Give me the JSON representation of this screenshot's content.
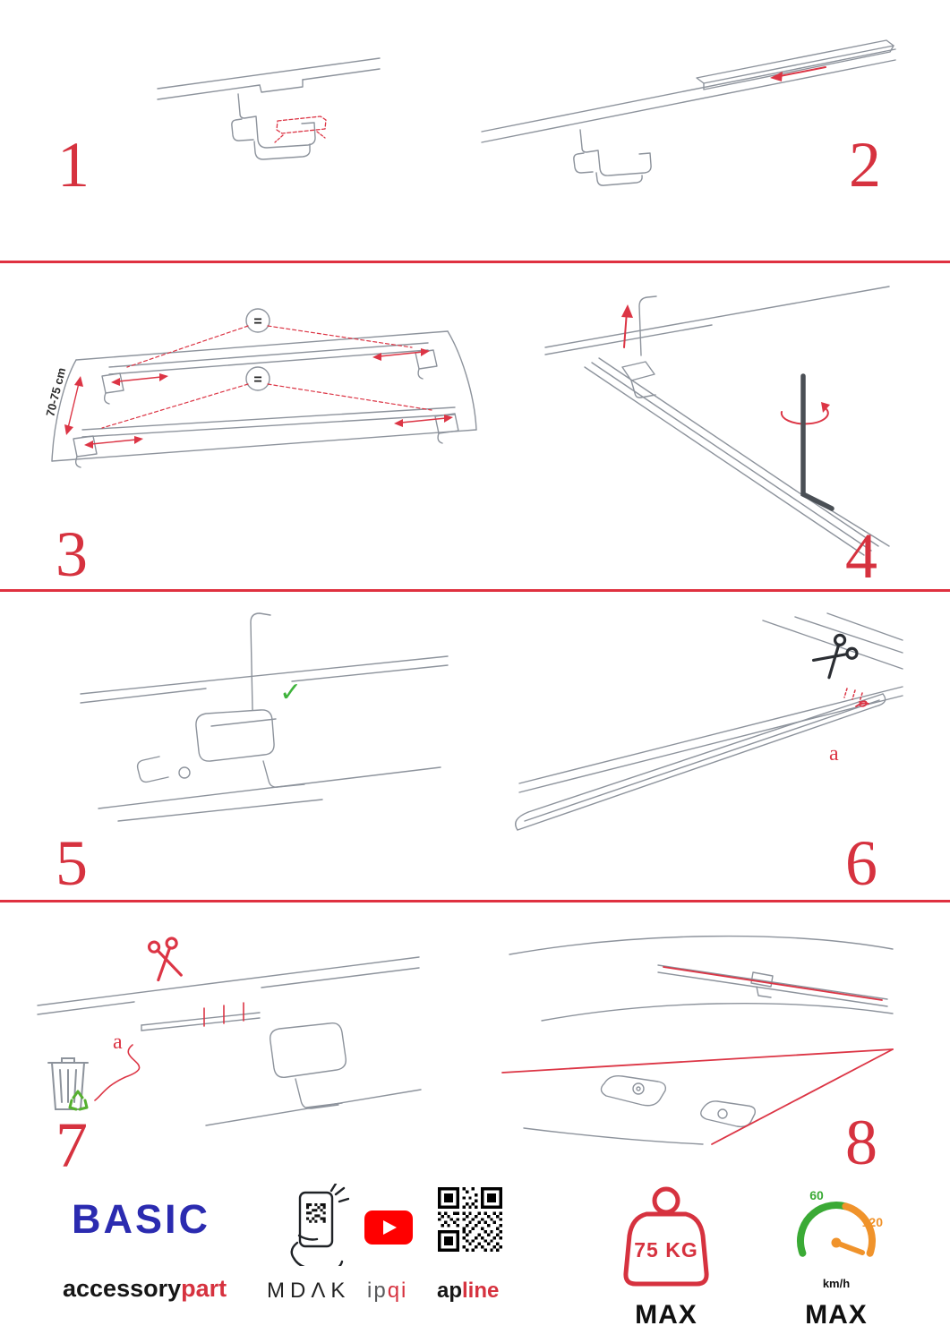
{
  "colors": {
    "accent_red": "#dc3545",
    "divider_red": "#df3140",
    "check_green": "#3fb33c",
    "recycle_green": "#56b030",
    "brand_blue": "#2b2bb0",
    "youtube_red": "#ff0000",
    "gauge_green": "#3aaa35",
    "gauge_orange": "#f0932b",
    "sketch_gray": "#8d939c"
  },
  "steps": {
    "n1": "1",
    "n2": "2",
    "n3": "3",
    "n4": "4",
    "n5": "5",
    "n6": "6",
    "n7": "7",
    "n8": "8"
  },
  "step3": {
    "measurement_label": "70-75 cm",
    "equal_sign": "="
  },
  "step5": {
    "check_glyph": "✓"
  },
  "step6": {
    "cut_label": "a"
  },
  "step7": {
    "cut_label": "a"
  },
  "footer": {
    "brand": "BASIC",
    "brand_line_black": "accessory",
    "brand_line_red": "part",
    "logo_mdak": "MDΛK",
    "logo_ipqi_gray": "ip",
    "logo_ipqi_red": "qi",
    "logo_apline_black": "ap",
    "logo_apline_red": "line",
    "weight_limit": "75 KG",
    "weight_max_label": "MAX",
    "speed_min": "60",
    "speed_max_value": "120",
    "speed_unit": "km/h",
    "speed_max_label": "MAX"
  }
}
